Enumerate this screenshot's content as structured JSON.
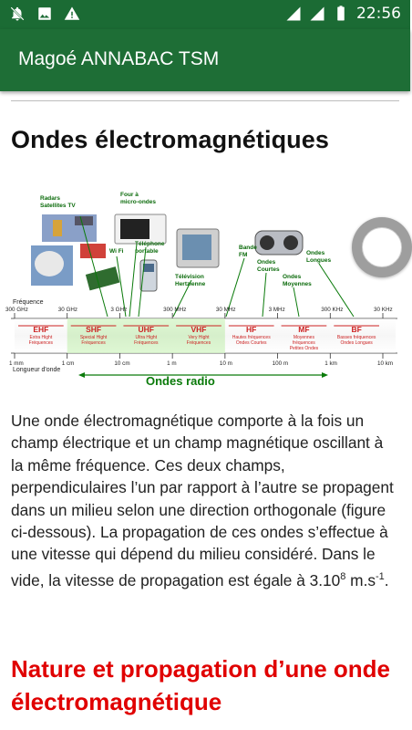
{
  "status_bar": {
    "time": "22:56",
    "icons": [
      "notifications-off-icon",
      "image-icon",
      "warning-icon",
      "signal-icon",
      "signal-icon",
      "battery-icon"
    ]
  },
  "app_bar": {
    "title": "Magoé ANNABAC TSM"
  },
  "section_title": "Ondes électromagnétiques",
  "figure": {
    "device_labels": {
      "radars": "Radars",
      "sat_tv": "Satellites TV",
      "four": "Four à",
      "micro": "micro-ondes",
      "wifi": "Wi Fi",
      "tel1": "Téléphone",
      "tel2": "portable",
      "tv1": "Télévision",
      "tv2": "Hertzienne",
      "fm1": "Bande",
      "fm2": "FM",
      "oc1": "Ondes",
      "oc2": "Courtes",
      "om1": "Ondes",
      "om2": "Moyennes",
      "ol1": "Ondes",
      "ol2": "Longues"
    },
    "freq_title": "Fréquence",
    "freq_ticks": [
      "300 GHz",
      "30 GHz",
      "3 GHz",
      "300 MHz",
      "30 MHz",
      "3 MHz",
      "300 KHz",
      "30 KHz"
    ],
    "bands": [
      {
        "code": "EHF",
        "l1": "Extra Hight",
        "l2": "Fréquences",
        "l3": ""
      },
      {
        "code": "SHF",
        "l1": "Special Hight",
        "l2": "Fréquences",
        "l3": ""
      },
      {
        "code": "UHF",
        "l1": "Ultra Hight",
        "l2": "Fréquences",
        "l3": ""
      },
      {
        "code": "VHF",
        "l1": "Very Hight",
        "l2": "Fréquences",
        "l3": ""
      },
      {
        "code": "HF",
        "l1": "Hautes fréquences",
        "l2": "Ondes Courtes",
        "l3": ""
      },
      {
        "code": "MF",
        "l1": "Moyennes",
        "l2": "fréquences",
        "l3": "Petites Ondes"
      },
      {
        "code": "BF",
        "l1": "Basses fréquences",
        "l2": "Ondes Longues",
        "l3": ""
      }
    ],
    "wl_ticks": [
      "1 mm",
      "1 cm",
      "10 cm",
      "1 m",
      "10 m",
      "100 m",
      "1 km",
      "10 km"
    ],
    "wl_title": "Longueur d'onde",
    "radio_label": "Ondes radio",
    "colors": {
      "band_line": "#cc2222",
      "green": "#0a7a0a",
      "highlight": "#b8f0a0"
    }
  },
  "paragraph": {
    "text_before_exp": "Une onde électromagnétique comporte à la fois un champ électrique et un champ magnétique oscillant à la même fréquence. Ces deux champs, perpendiculaires l’un par rapport à l’autre se propagent dans un milieu selon une direction orthogonale (figure ci-dessous). La propagation de ces ondes s’effectue à une vitesse qui dépend du milieu considéré. Dans le vide, la vitesse de propagation est égale à 3.10",
    "exp1": "8",
    "unit": " m.s",
    "exp2": "-1",
    "end": "."
  },
  "subheading": "Nature et propagation d’une onde électromagnétique"
}
